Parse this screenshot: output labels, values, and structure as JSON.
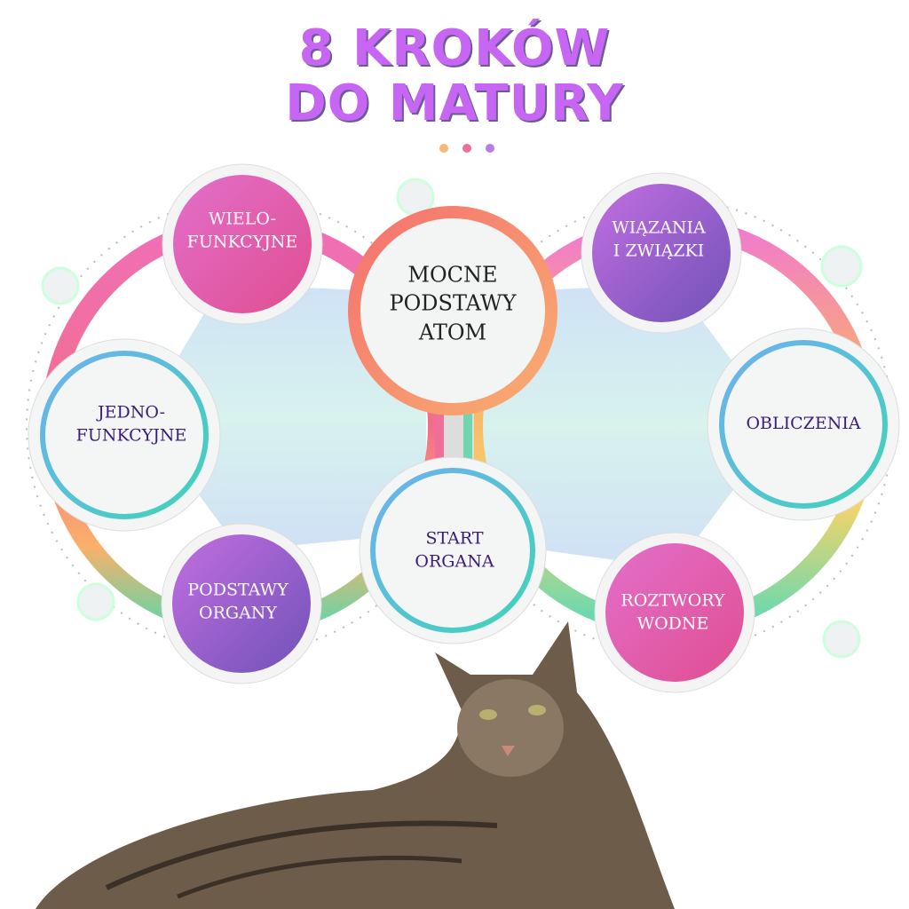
{
  "title": {
    "line1": "8 KROKÓW",
    "line2": "DO MATURY"
  },
  "dots_colors": [
    "#f7b77a",
    "#ee6f9e",
    "#b77de6"
  ],
  "steps": [
    {
      "id": "mocne",
      "line1": "MOCNE",
      "line2": "PODSTAWY",
      "line3": "ATOM"
    },
    {
      "id": "wiazania",
      "line1": "WIĄZANIA",
      "line2": "I ZWIĄZKI"
    },
    {
      "id": "obliczenia",
      "line1": "OBLICZENIA"
    },
    {
      "id": "roztwory",
      "line1": "ROZTWORY",
      "line2": "WODNE"
    },
    {
      "id": "start",
      "line1": "START",
      "line2": "ORGANA"
    },
    {
      "id": "podstawy",
      "line1": "PODSTAWY",
      "line2": "ORGANY"
    },
    {
      "id": "jedno",
      "line1": "JEDNO-",
      "line2": "FUNKCYJNE"
    },
    {
      "id": "wielo",
      "line1": "WIELO-",
      "line2": "FUNKCYJNE"
    }
  ]
}
